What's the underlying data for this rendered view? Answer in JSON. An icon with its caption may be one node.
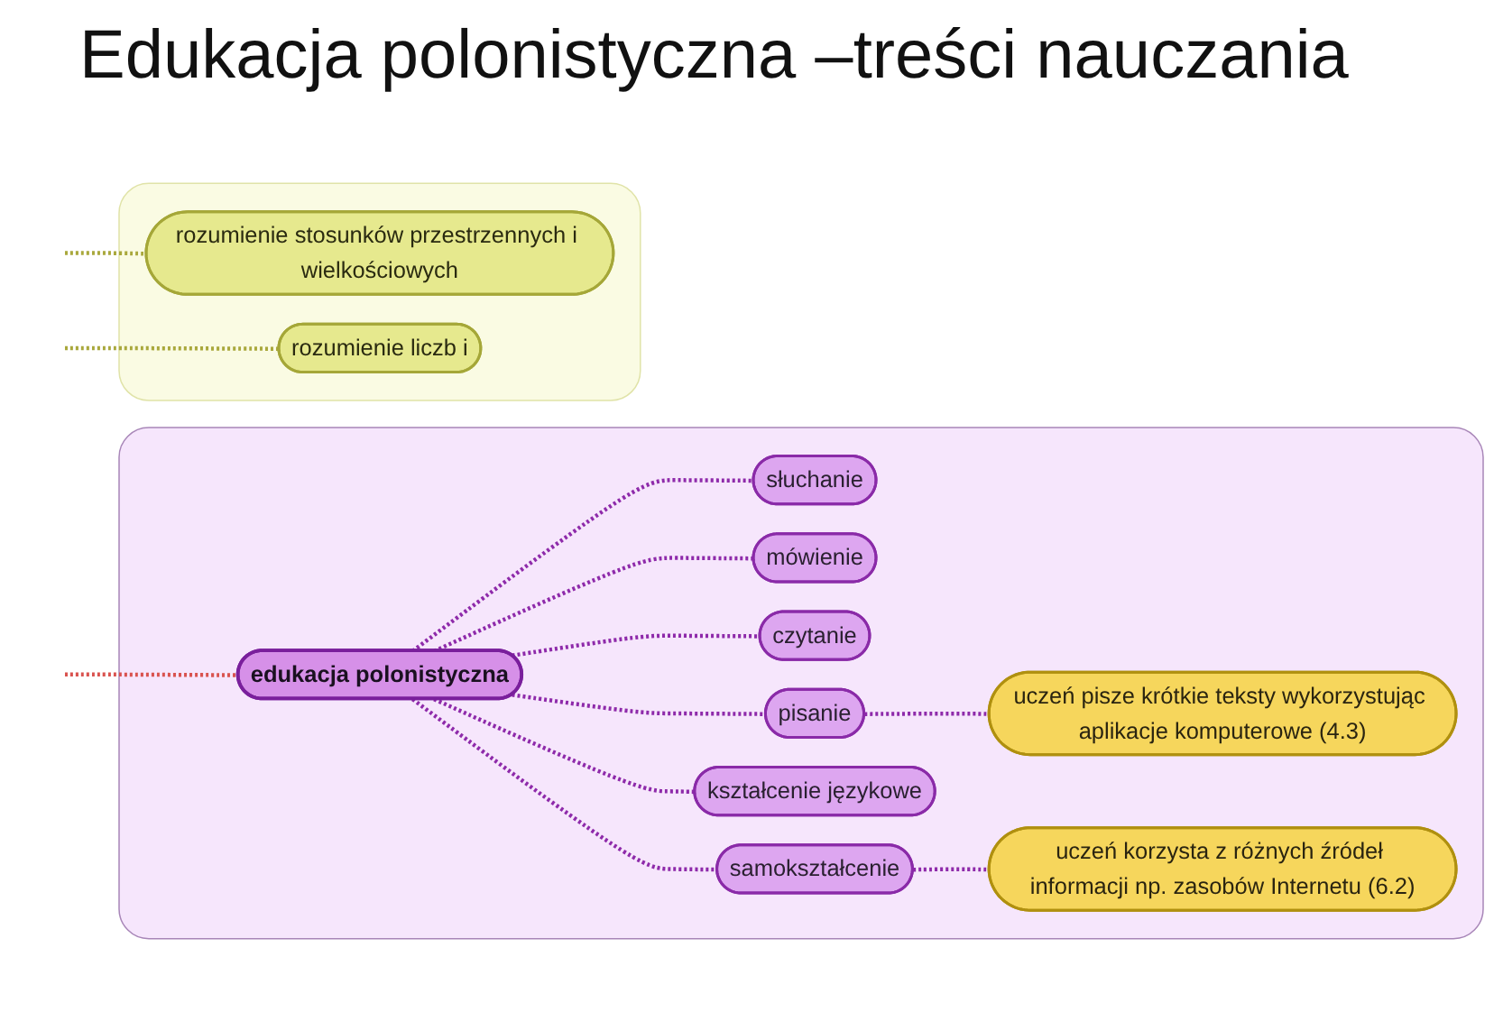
{
  "diagram": {
    "title": "Edukacja polonistyczna –treści nauczania",
    "nodes": [
      {
        "text": [],
        "shape": "box"
      },
      {
        "text": [
          "edukacja polonistyczna"
        ],
        "in": 0
      },
      {
        "text": [
          "słuchanie"
        ],
        "in": 0
      },
      {
        "text": [
          "mówienie"
        ],
        "in": 0
      },
      {
        "text": [
          "czytanie"
        ],
        "in": 0
      },
      {
        "text": [
          "pisanie"
        ],
        "in": 0
      },
      {
        "text": [
          "uczeń pisze krótkie teksty wykorzystując aplikacje komputerowe (4.3)"
        ],
        "in": 0
      },
      {
        "text": [
          "kształcenie językowe"
        ],
        "in": 0
      },
      {
        "text": [
          "samokształcenie"
        ],
        "in": 0
      },
      {
        "text": [
          "uczeń korzysta z różnych źródeł informacji np. zasobów Internetu (6.2)"
        ],
        "in": 0
      },
      {
        "text": [],
        "shape": "box"
      },
      {
        "text": [
          "rozumienie stosunków przestrzennych i wielkościowych"
        ],
        "in": 10
      },
      {
        "text": [
          "rozumienie liczb i"
        ],
        "in": 10
      }
    ],
    "edges": [
      {
        "from": null,
        "to": 1,
        "arrow": "none",
        "style": "dashed",
        "color": "#d9534f"
      },
      {
        "from": 1,
        "to": 2,
        "arrow": "none",
        "style": "dashed"
      },
      {
        "from": 1,
        "to": 3,
        "arrow": "none",
        "style": "dashed"
      },
      {
        "from": 1,
        "to": 4,
        "arrow": "none",
        "style": "dashed"
      },
      {
        "from": 1,
        "to": 5,
        "arrow": "none",
        "style": "dashed"
      },
      {
        "from": 5,
        "to": 6,
        "arrow": "none",
        "style": "dashed"
      },
      {
        "from": 1,
        "to": 7,
        "arrow": "none",
        "style": "dashed"
      },
      {
        "from": 1,
        "to": 8,
        "arrow": "none",
        "style": "dashed"
      },
      {
        "from": 8,
        "to": 9,
        "arrow": "none",
        "style": "dashed"
      },
      {
        "from": null,
        "to": 11,
        "arrow": "none",
        "style": "dashed",
        "color": "#a9a83c"
      },
      {
        "from": null,
        "to": 12,
        "arrow": "none",
        "style": "dashed",
        "color": "#a9a83c"
      }
    ]
  }
}
